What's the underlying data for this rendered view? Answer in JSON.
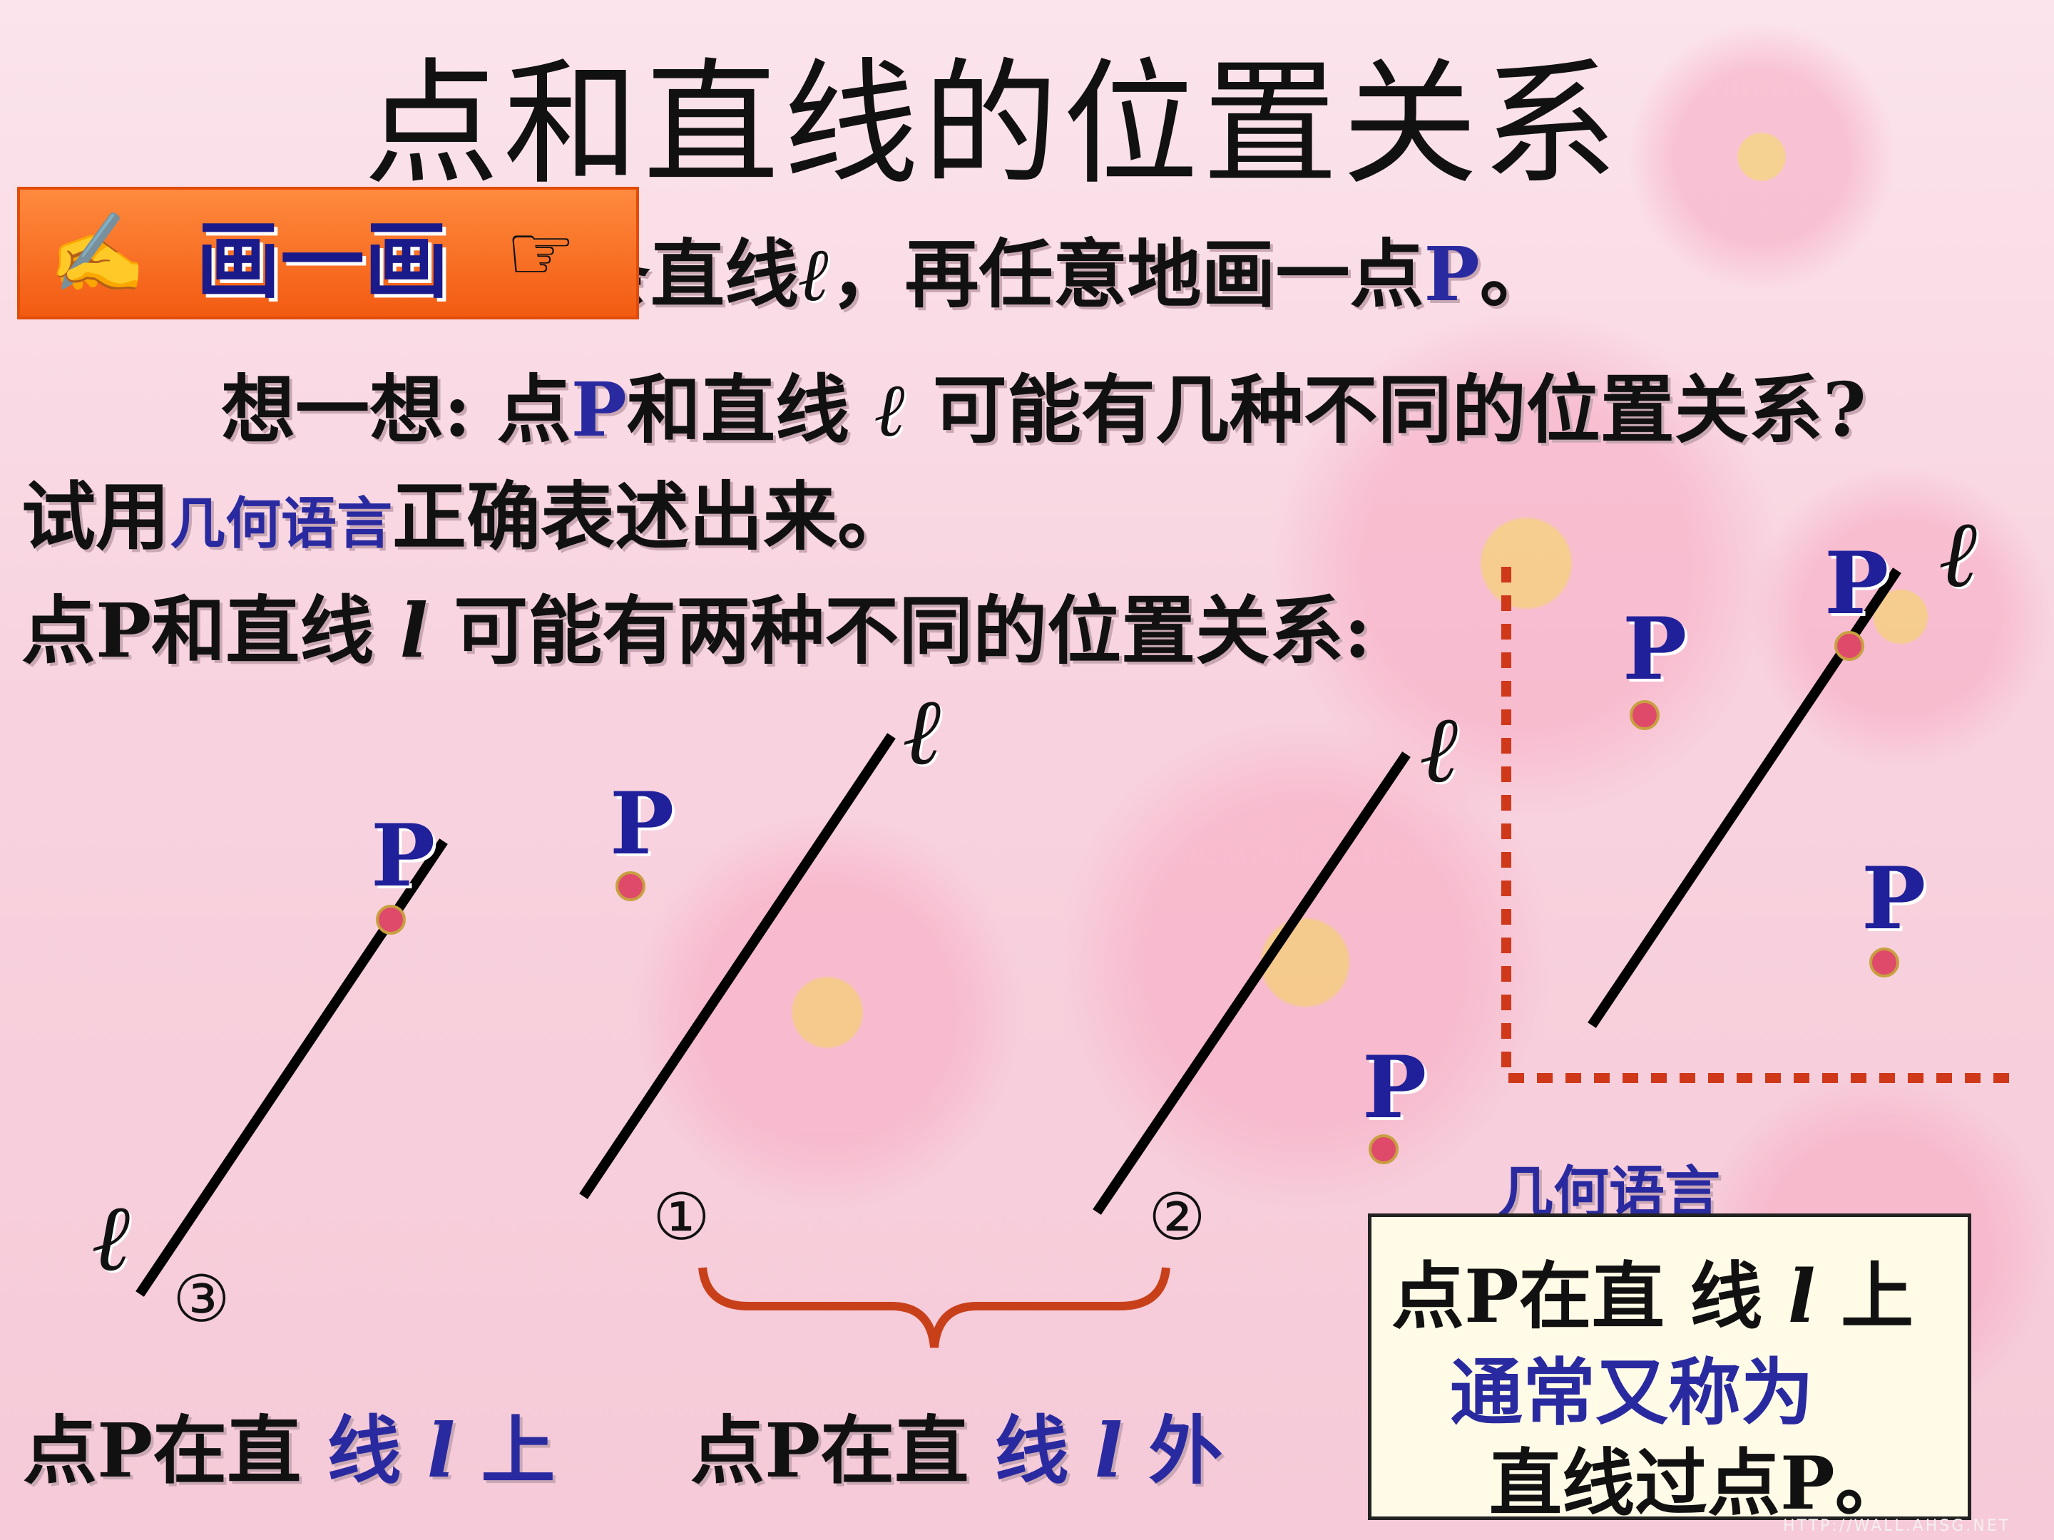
{
  "title": "点和直线的位置关系",
  "badge": {
    "label": "画一画",
    "left_icon": "pencil-icon",
    "right_icon": "pointing-hand-icon"
  },
  "line1": {
    "part1": "画一条直线",
    "ell": "ℓ",
    "part2": "，再任意地画一点",
    "p": "P",
    "end": "。"
  },
  "line2": {
    "part1": "想一想: 点",
    "p": "P",
    "part2": "和直线",
    "ell": "ℓ",
    "part3": "可能有几种不同的位置关系?"
  },
  "line3": {
    "part1": "试用",
    "highlight": "几何语言",
    "part2": "正确表述出来。"
  },
  "line4": {
    "part1": "点P和直线",
    "ell": "l",
    "part2": "可能有两种不同的位置关系:"
  },
  "diagram": {
    "point_label": "P",
    "line_label": "ℓ",
    "markers": [
      "①",
      "②",
      "③"
    ]
  },
  "caption_on": {
    "part1": "点P在直",
    "part2": "线",
    "ell": "l",
    "part3": "上"
  },
  "caption_off": {
    "part1": "点P在直",
    "part2": "线",
    "ell": "l",
    "part3": "外"
  },
  "geometry_lang_label": "几何语言",
  "info_box": {
    "row1_part1": "点P在直",
    "row1_part2": "线",
    "row1_ell": "l",
    "row1_part3": "上",
    "row2": "通常又称为",
    "row3": "直线过点P。"
  },
  "watermark": "HTTP://WALL.AHSG.NET",
  "colors": {
    "badge": "#f25b12",
    "label_blue": "#2a2aa0",
    "dot": "#e04a6a",
    "dashed_frame": "#d0381a",
    "brace": "#c8401a"
  }
}
